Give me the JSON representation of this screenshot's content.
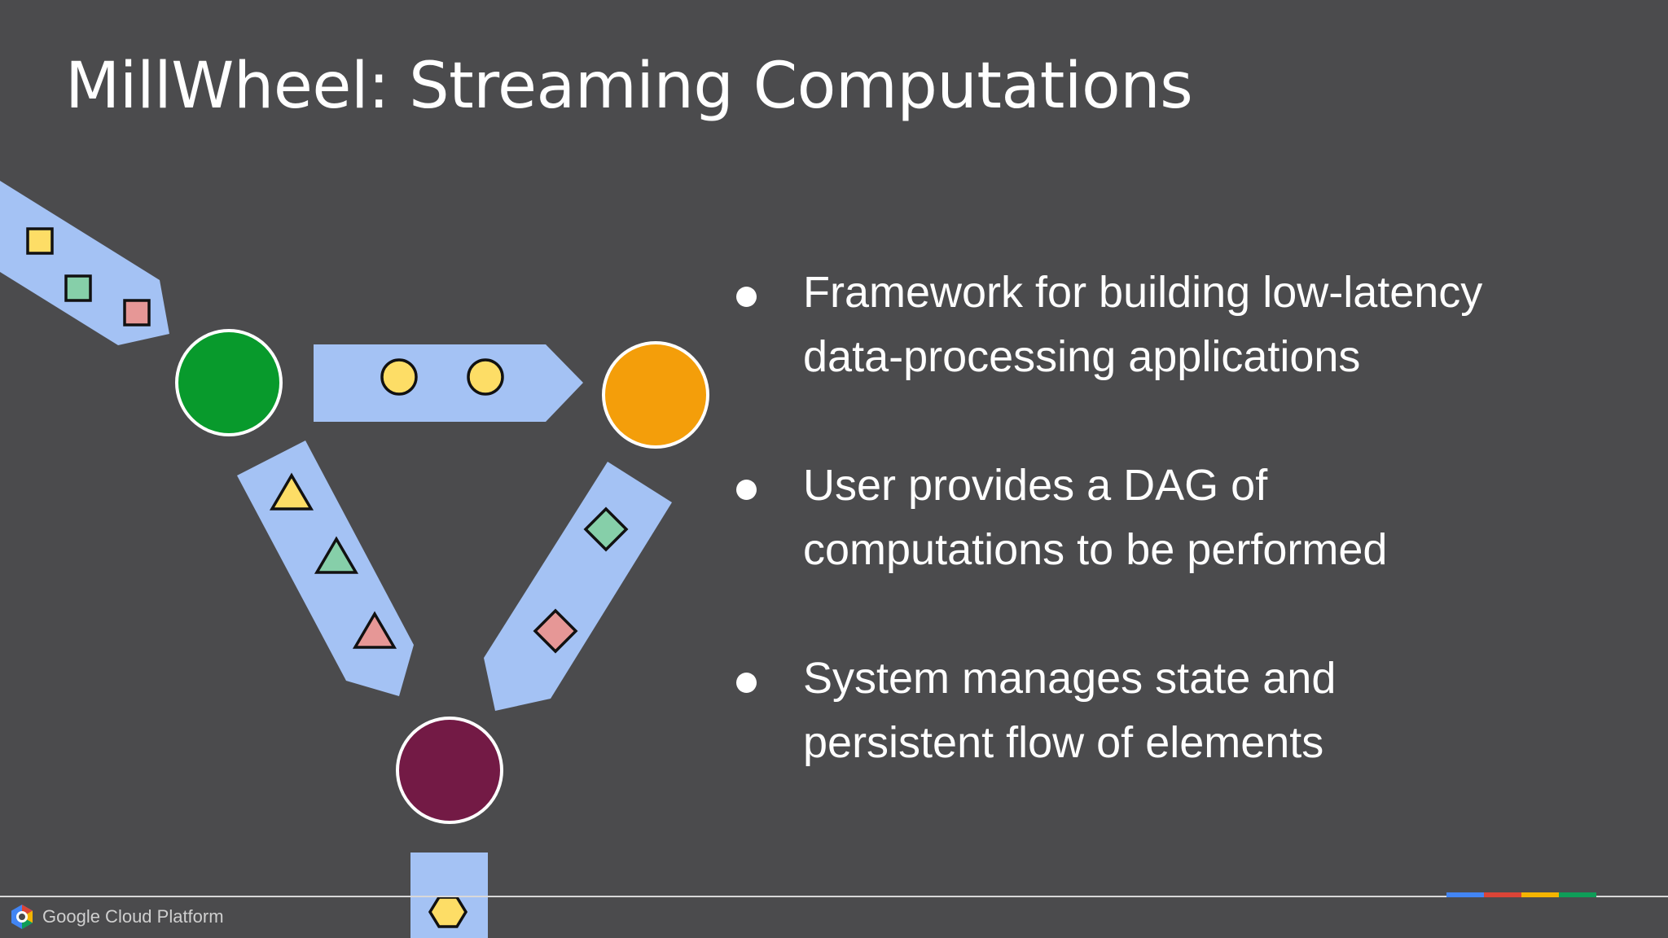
{
  "title": "MillWheel: Streaming Computations",
  "bullets": [
    {
      "lines": [
        "Framework for building low-latency",
        "data-processing applications"
      ]
    },
    {
      "lines": [
        "User provides a DAG of",
        "computations to be performed"
      ]
    },
    {
      "lines": [
        "System manages state and",
        "persistent flow of elements"
      ]
    }
  ],
  "footer": {
    "brand": "Google Cloud Platform",
    "strip_colors": [
      "#4285f4",
      "#db4437",
      "#f4b400",
      "#0f9d58"
    ]
  },
  "colors": {
    "background": "#4b4b4d",
    "stream": "#a4c2f4",
    "node_green": "#089a2c",
    "node_orange": "#f49e0a",
    "node_maroon": "#731a45",
    "element_yellow": "#fddd66",
    "element_green": "#86cfa9",
    "element_red": "#e69796"
  }
}
